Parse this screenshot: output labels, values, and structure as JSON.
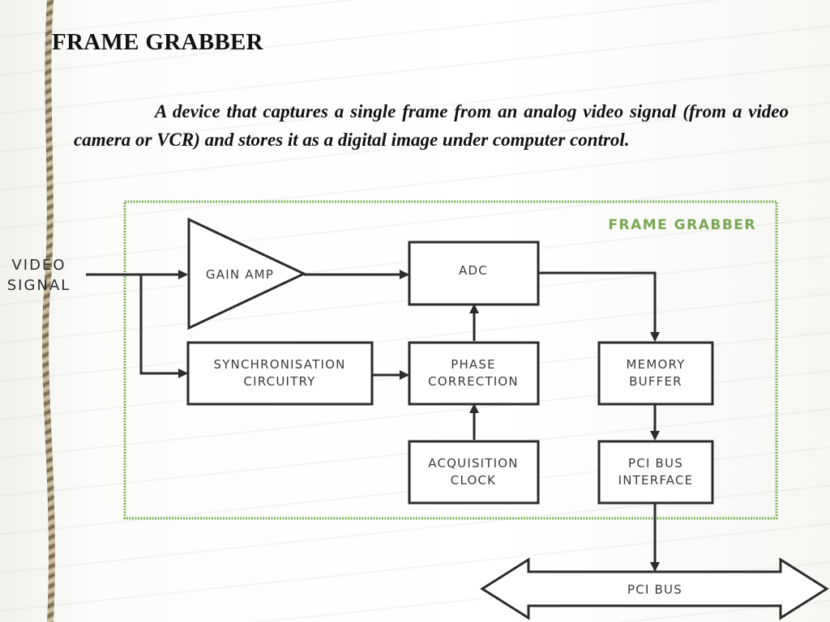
{
  "slide": {
    "title": "FRAME GRABBER",
    "description": "A device that captures a single frame from an analog video signal (from a video camera or VCR) and stores it as a digital image under computer control."
  },
  "diagram": {
    "container_label": "FRAME GRABBER",
    "input_label_line1": "VIDEO",
    "input_label_line2": "SIGNAL",
    "blocks": {
      "gain_amp": "GAIN AMP",
      "adc": "ADC",
      "sync_line1": "SYNCHRONISATION",
      "sync_line2": "CIRCUITRY",
      "phase_line1": "PHASE",
      "phase_line2": "CORRECTION",
      "memory_line1": "MEMORY",
      "memory_line2": "BUFFER",
      "acq_line1": "ACQUISITION",
      "acq_line2": "CLOCK",
      "pci_if_line1": "PCI BUS",
      "pci_if_line2": "INTERFACE",
      "pci_bus": "PCI BUS"
    },
    "colors": {
      "container_border": "#7cb356",
      "container_title": "#78a854",
      "lines": "#2b2b2b"
    }
  }
}
